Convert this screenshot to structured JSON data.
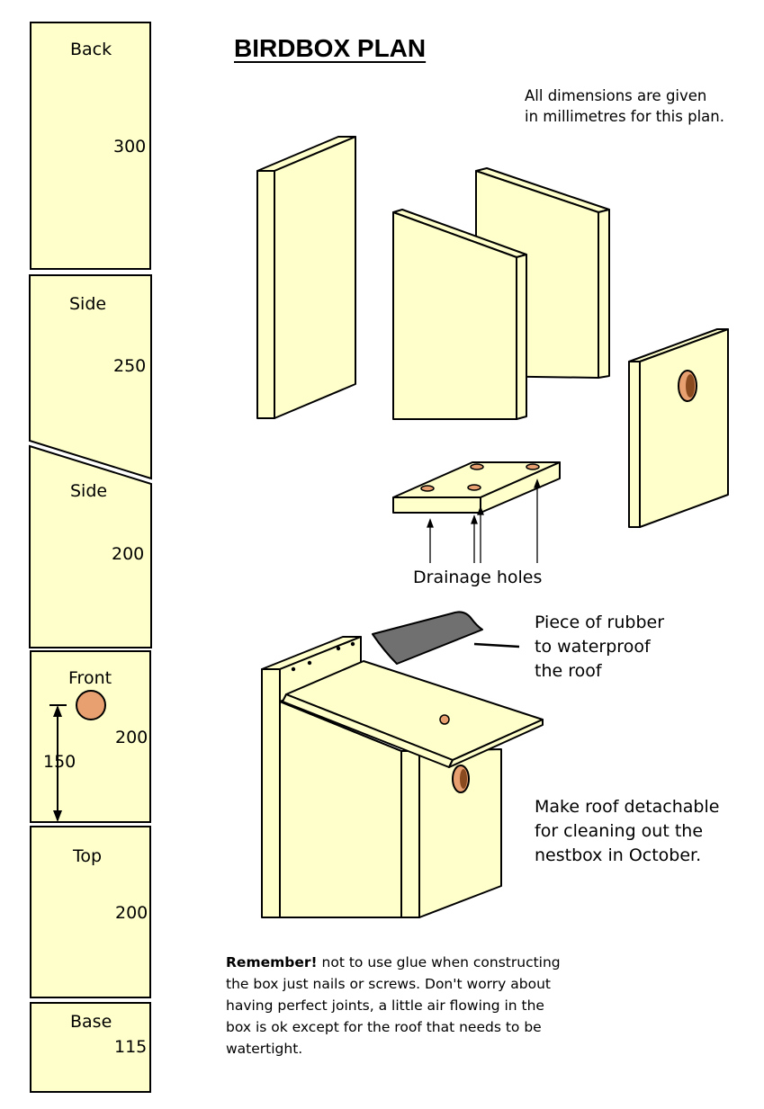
{
  "title": "BIRDBOX PLAN",
  "units_note": [
    "All dimensions are given",
    "in millimetres for this plan."
  ],
  "cutting_panels": [
    {
      "name": "Back",
      "length": "300"
    },
    {
      "name": "Side",
      "length": "250"
    },
    {
      "name": "Side",
      "length": "200"
    },
    {
      "name": "Front",
      "length": "200"
    },
    {
      "name": "Top",
      "length": "200"
    },
    {
      "name": "Base",
      "length": "115"
    }
  ],
  "hole_height": "150",
  "drainage_label": "Drainage holes",
  "rubber_note": [
    "Piece of rubber",
    "to waterproof",
    "the roof"
  ],
  "roof_note": [
    "Make roof detachable",
    "for cleaning out the",
    "nestbox  in October."
  ],
  "remember": {
    "bold": "Remember!",
    "lines": [
      " not to use glue when constructing",
      "the box just nails or screws. Don't worry about",
      "having perfect joints, a little air flowing  in the",
      "box is ok except for the roof that needs to be",
      "watertight."
    ]
  },
  "colors": {
    "wood": "#ffffcc",
    "hole": "#e8a070",
    "rubber": "#707070",
    "outline": "#000000"
  }
}
